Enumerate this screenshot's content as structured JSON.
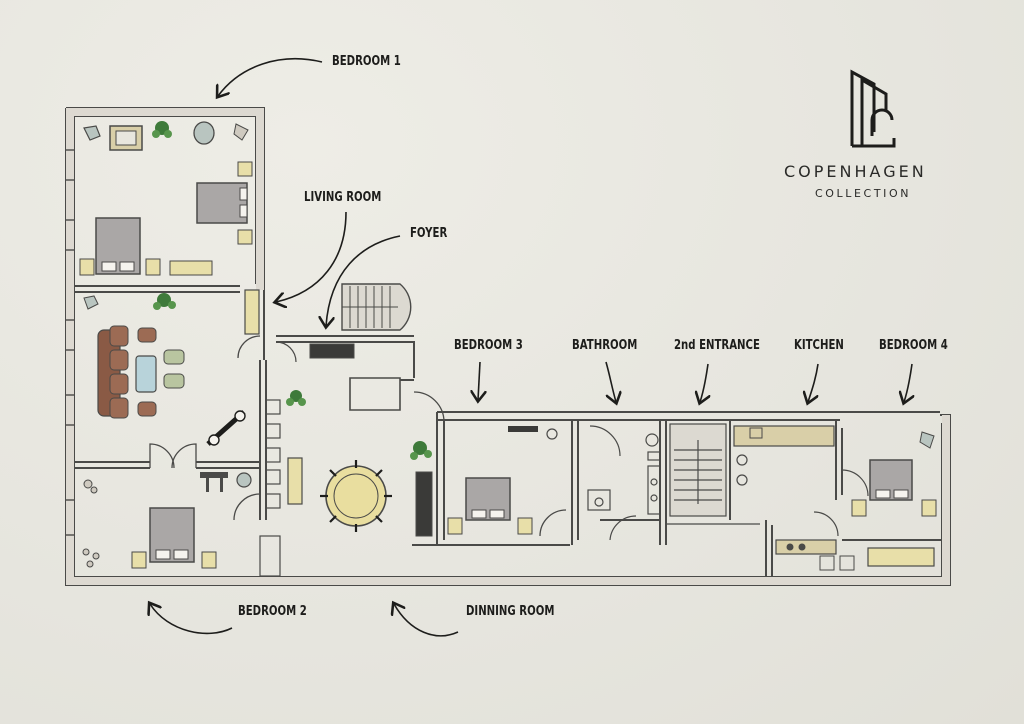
{
  "brand": {
    "name": "COPENHAGEN",
    "tagline": "COLLECTION"
  },
  "rooms": {
    "bedroom1": "BEDROOM 1",
    "living_room": "LIVING ROOM",
    "foyer": "FOYER",
    "bedroom3": "BEDROOM 3",
    "bathroom": "BATHROOM",
    "second_entrance": "2nd ENTRANCE",
    "kitchen": "KITCHEN",
    "bedroom4": "BEDROOM 4",
    "bedroom2": "BEDROOM 2",
    "dining_room": "DINNING ROOM"
  },
  "colors": {
    "background": "#e9e8e1",
    "wall": "#4a4a48",
    "wall_fill": "#ddd9d1",
    "bed": "#aaa7a6",
    "pillow": "#e8dfa9",
    "sofa": "#8a5a45",
    "plant": "#3e7a3a",
    "kitchen_counter": "#d9cfa8"
  }
}
